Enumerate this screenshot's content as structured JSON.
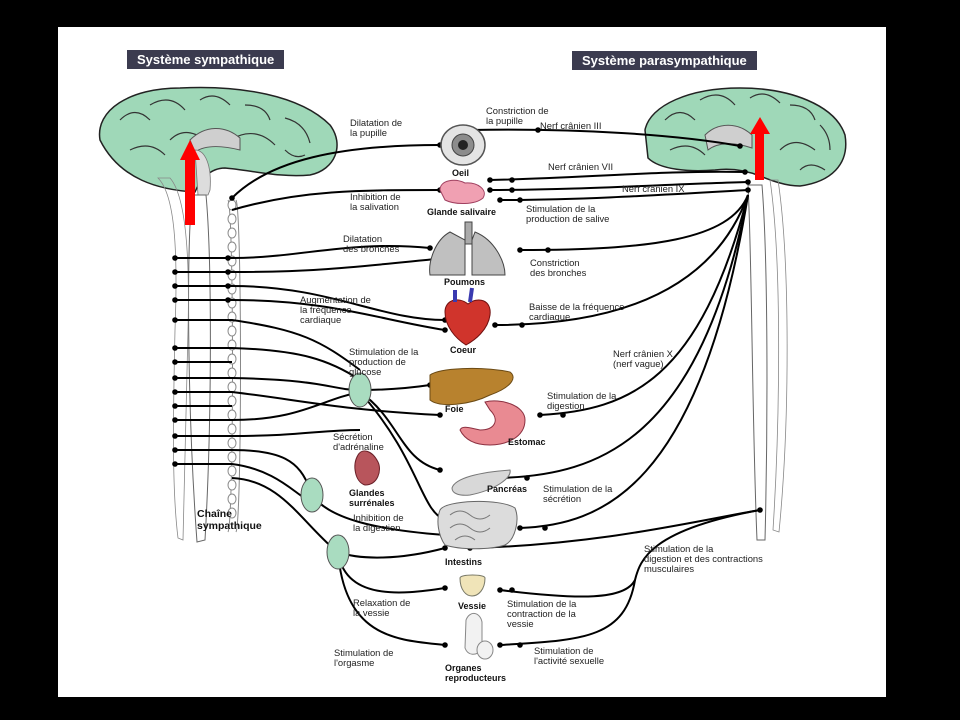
{
  "headers": {
    "sympathetic": "Système sympathique",
    "parasympathetic": "Système parasympathique"
  },
  "chain_label": [
    "Chaîne",
    "sympathique"
  ],
  "organs": {
    "eye": "Oeil",
    "salivary": "Glande salivaire",
    "lungs": "Poumons",
    "heart": "Coeur",
    "liver": "Foie",
    "stomach": "Estomac",
    "adrenal": [
      "Glandes",
      "surrénales"
    ],
    "pancreas": "Pancréas",
    "intestines": "Intestins",
    "bladder": "Vessie",
    "reproductive": [
      "Organes",
      "reproducteurs"
    ]
  },
  "sympathetic_effects": {
    "pupil": [
      "Dilatation de",
      "la pupille"
    ],
    "salivation": [
      "Inhibition de",
      "la salivation"
    ],
    "bronchi": [
      "Dilatation",
      "des bronches"
    ],
    "heart_rate": [
      "Augmentation de",
      "la fréquence",
      "cardiaque"
    ],
    "glucose": [
      "Stimulation de la",
      "production de",
      "glucose"
    ],
    "adrenaline": [
      "Sécrétion",
      "d'adrénaline"
    ],
    "digestion": [
      "Inhibition de",
      "la digestion"
    ],
    "bladder": [
      "Relaxation de",
      "la vessie"
    ],
    "orgasm": [
      "Stimulation de",
      "l'orgasme"
    ]
  },
  "parasympathetic_effects": {
    "pupil": [
      "Constriction de",
      "la pupille"
    ],
    "saliva": [
      "Stimulation de la",
      "production de salive"
    ],
    "bronchi": [
      "Constriction",
      "des bronches"
    ],
    "heart_rate": [
      "Baisse de la fréquence",
      "cardiaque"
    ],
    "digestion": [
      "Stimulation de la",
      "digestion"
    ],
    "secretion": [
      "Stimulation de la",
      "sécrétion"
    ],
    "contractions": [
      "Stimulation de la",
      "digestion et des contractions",
      "musculaires"
    ],
    "bladder": [
      "Stimulation de la",
      "contraction de la",
      "vessie"
    ],
    "sexual": [
      "Stimulation de",
      "l'activité sexuelle"
    ]
  },
  "nerves": {
    "cn3": "Nerf crânien III",
    "cn7": "Nerf crânien VII",
    "cn9": "Nerf crânien IX",
    "cn10": [
      "Nerf crânien X",
      "(nerf vague)"
    ]
  },
  "colors": {
    "brain": "#9fd8b8",
    "ganglion": "#a9dcc0",
    "arrow": "#ff0000",
    "header_bg": "#3b3b4f"
  }
}
